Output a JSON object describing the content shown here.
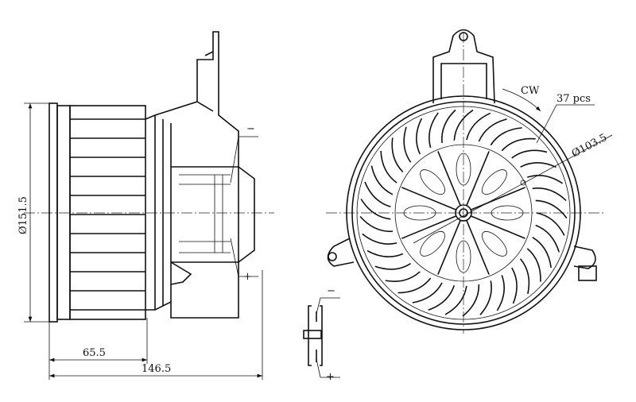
{
  "side_view": {
    "diameter_label": "Ø151.5",
    "motor_length_label": "65.5",
    "overall_length_label": "146.5",
    "terminal_minus": "−",
    "terminal_plus": "+"
  },
  "front_view": {
    "rotation_label": "CW",
    "blade_count_label": "37 pcs",
    "blade_count": 37,
    "inner_diameter_label": "Ø103.5"
  },
  "connector_detail": {
    "terminal_minus": "−",
    "terminal_plus": "+"
  }
}
